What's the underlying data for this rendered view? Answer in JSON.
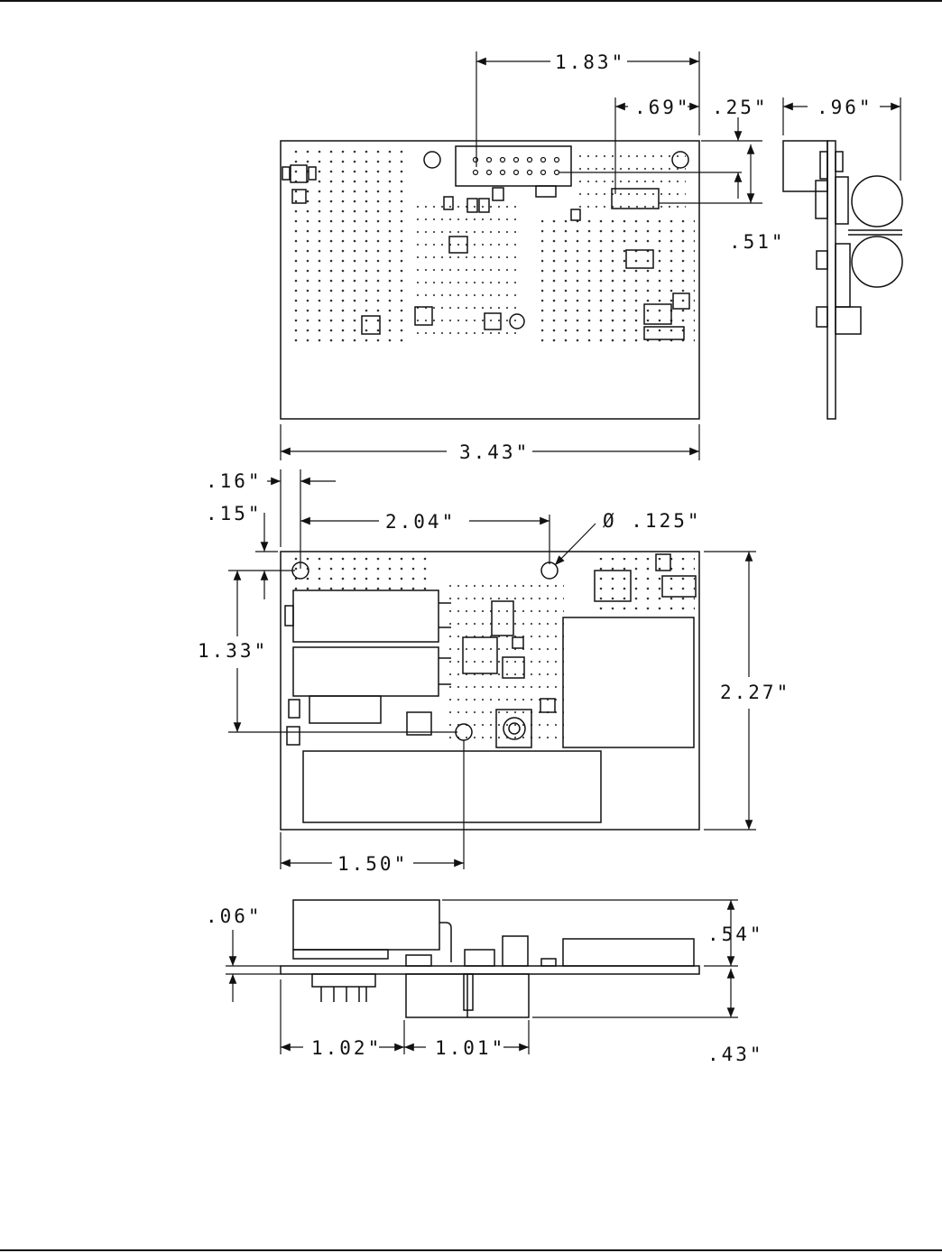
{
  "drawing": {
    "top_view": {
      "width_total": "3.43\"",
      "connector_offset": "1.83\"",
      "header_offset": ".69\"",
      "edge_to_connector": ".25\"",
      "edge_to_header": ".51\""
    },
    "side_view": {
      "depth": ".96\""
    },
    "bottom_view": {
      "left_margin_top": ".16\"",
      "left_margin_side": ".15\"",
      "hole_spacing": "2.04\"",
      "hole_diameter": "Ø .125\"",
      "height_total": "2.27\"",
      "hole_vertical": "1.33\"",
      "hole_horizontal": "1.50\""
    },
    "front_view": {
      "board_thickness": ".06\"",
      "above_board": ".54\"",
      "below_board": ".43\"",
      "conn1_offset": "1.02\"",
      "conn2_width": "1.01\""
    }
  }
}
